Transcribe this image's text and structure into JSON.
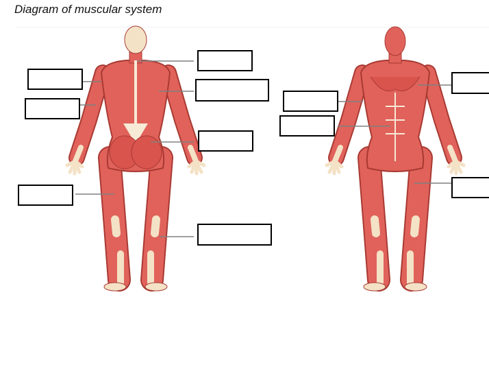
{
  "title": "Diagram of muscular system",
  "colors": {
    "muscle": "#e0625b",
    "muscle_dark": "#a83a33",
    "skin": "#f4e2c6",
    "tendon": "#f7ead6",
    "leader_line": "#808080",
    "box_border": "#000000"
  },
  "figures": [
    {
      "view": "posterior",
      "label_boxes": 7
    },
    {
      "view": "anterior",
      "label_boxes": 4
    }
  ],
  "label_boxes": [
    {
      "value": ""
    },
    {
      "value": ""
    },
    {
      "value": ""
    },
    {
      "value": ""
    },
    {
      "value": ""
    },
    {
      "value": ""
    },
    {
      "value": ""
    },
    {
      "value": ""
    },
    {
      "value": ""
    },
    {
      "value": ""
    },
    {
      "value": ""
    }
  ]
}
